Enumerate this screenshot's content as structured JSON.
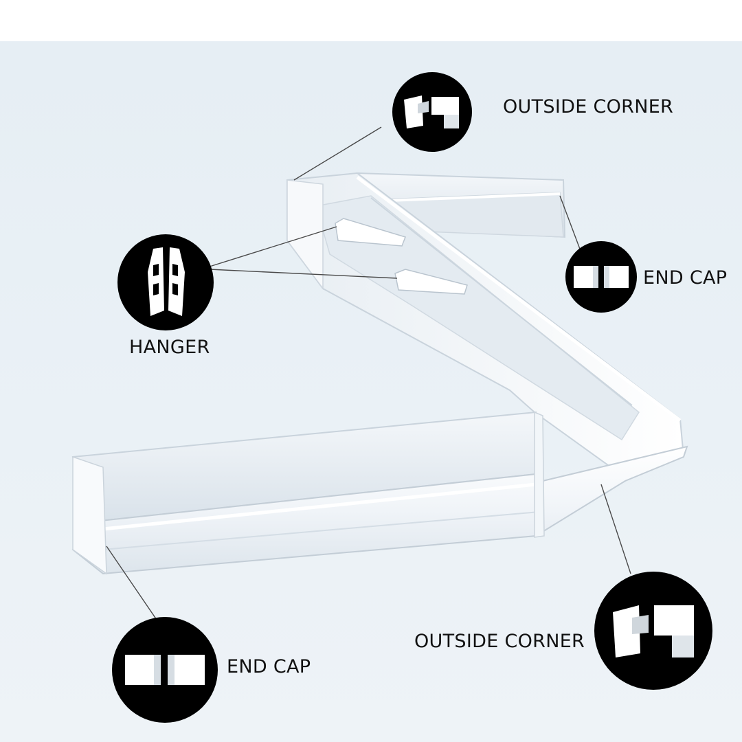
{
  "callouts": {
    "outside_corner_top": {
      "label": "OUTSIDE CORNER",
      "icon": "outside-corner-icon"
    },
    "end_cap_right": {
      "label": "END CAP",
      "icon": "end-cap-icon"
    },
    "hanger": {
      "label": "HANGER",
      "icon": "hanger-icon"
    },
    "end_cap_bottom": {
      "label": "END CAP",
      "icon": "end-cap-icon"
    },
    "outside_corner_bottom": {
      "label": "OUTSIDE CORNER",
      "icon": "outside-corner-icon"
    }
  },
  "colors": {
    "badge": "#000000",
    "gutter": "#ffffff",
    "background": "#e8eff5",
    "leader": "#4a4a4a"
  }
}
